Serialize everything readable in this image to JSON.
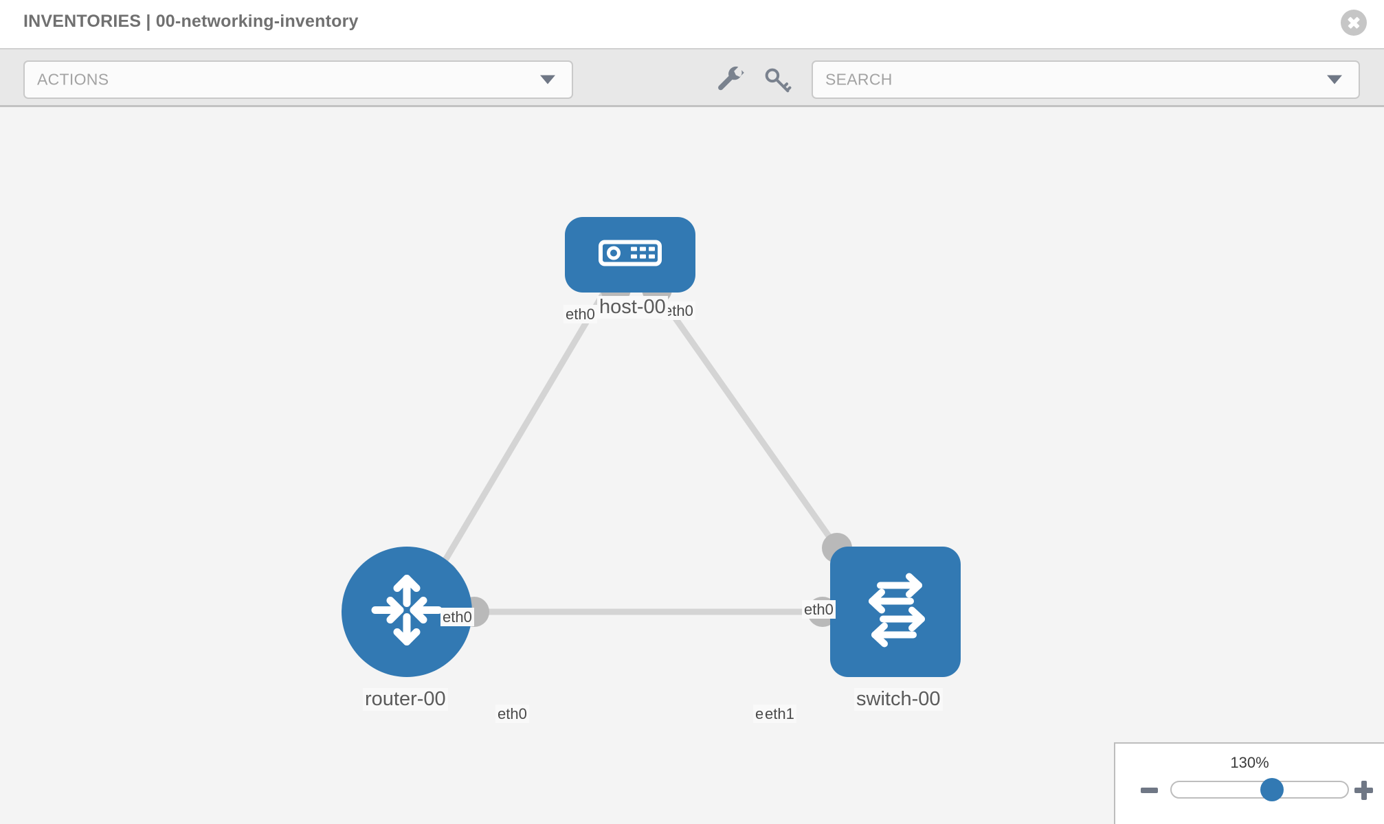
{
  "header": {
    "title": "INVENTORIES | 00-networking-inventory",
    "close_icon": "close-circle-icon"
  },
  "toolbar": {
    "actions_label": "ACTIONS",
    "actions_caret_icon": "chevron-down-icon",
    "wrench_icon": "wrench-icon",
    "key_icon": "key-icon",
    "search_placeholder": "SEARCH",
    "search_caret_icon": "chevron-down-icon"
  },
  "topology": {
    "nodes": [
      {
        "id": "host-00",
        "label": "host-00",
        "type": "host",
        "icon": "server-device-icon",
        "shape": "rounded-square"
      },
      {
        "id": "router-00",
        "label": "router-00",
        "type": "router",
        "icon": "router-arrows-icon",
        "shape": "circle"
      },
      {
        "id": "switch-00",
        "label": "switch-00",
        "type": "switch",
        "icon": "switch-arrows-icon",
        "shape": "rounded-square"
      }
    ],
    "links": [
      {
        "from": "host-00",
        "to": "router-00",
        "from_interface": "eth0",
        "to_interface": "eth0"
      },
      {
        "from": "host-00",
        "to": "switch-00",
        "from_interface": "eth0",
        "to_interface": "eth0"
      },
      {
        "from": "router-00",
        "to": "switch-00",
        "from_interface": "eth0",
        "to_interface_a": "eth0",
        "to_interface_b": "eth1"
      }
    ],
    "interface_labels": {
      "host_left": "eth0",
      "host_right": "eth0",
      "router_up": "eth0",
      "switch_up": "eth0",
      "router_right": "eth0",
      "switch_left_a": "eth0",
      "switch_left_b": "eth1"
    }
  },
  "zoom_control": {
    "value_label": "130%",
    "minus_icon": "minus-icon",
    "plus_icon": "plus-icon",
    "slider_percent": 57
  },
  "colors": {
    "node_blue": "#3279b3",
    "socket_gray": "#b9b9b9",
    "edge_gray": "#d4d4d4",
    "canvas_bg": "#f4f4f4",
    "toolbar_bg": "#e8e8e8"
  }
}
